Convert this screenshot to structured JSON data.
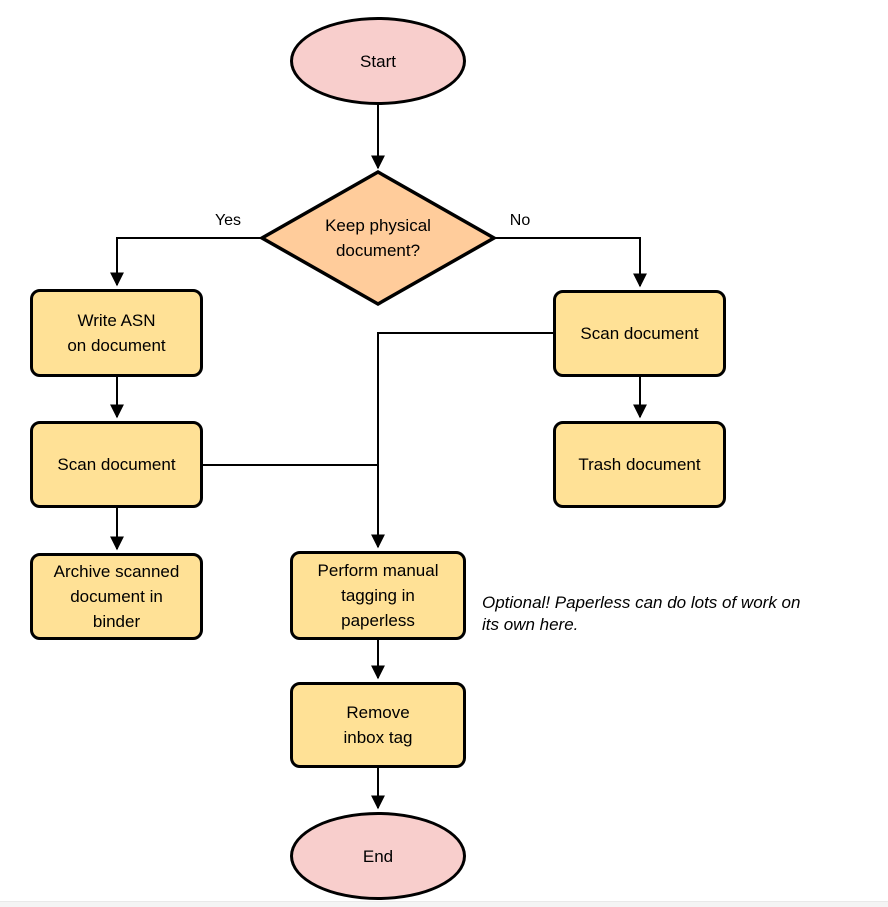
{
  "diagram": {
    "type": "flowchart",
    "colors": {
      "terminal_fill": "#F8CECC",
      "decision_fill": "#FFCC9B",
      "process_fill": "#FFE196",
      "shape_stroke": "#000000",
      "connector_stroke": "#000000",
      "divider_fill": "#F4F4F4",
      "divider_line": "#E9E9E9"
    },
    "nodes": {
      "start": {
        "shape": "ellipse",
        "label": "Start"
      },
      "decision": {
        "shape": "diamond",
        "lines": [
          "Keep physical",
          "document?"
        ]
      },
      "write_asn": {
        "shape": "rounded-rect",
        "lines": [
          "Write ASN",
          "on document"
        ]
      },
      "scan_left": {
        "shape": "rounded-rect",
        "lines": [
          "Scan document"
        ]
      },
      "archive": {
        "shape": "rounded-rect",
        "lines": [
          "Archive scanned",
          "document in",
          "binder"
        ]
      },
      "scan_right": {
        "shape": "rounded-rect",
        "lines": [
          "Scan document"
        ]
      },
      "trash": {
        "shape": "rounded-rect",
        "lines": [
          "Trash document"
        ]
      },
      "tagging": {
        "shape": "rounded-rect",
        "lines": [
          "Perform manual",
          "tagging in",
          "paperless"
        ]
      },
      "remove_inbox": {
        "shape": "rounded-rect",
        "lines": [
          "Remove",
          "inbox tag"
        ]
      },
      "end": {
        "shape": "ellipse",
        "label": "End"
      }
    },
    "edge_labels": {
      "yes": "Yes",
      "no": "No"
    },
    "annotation": {
      "lines": [
        "Optional! Paperless can do lots of work on",
        "its own here."
      ]
    }
  }
}
